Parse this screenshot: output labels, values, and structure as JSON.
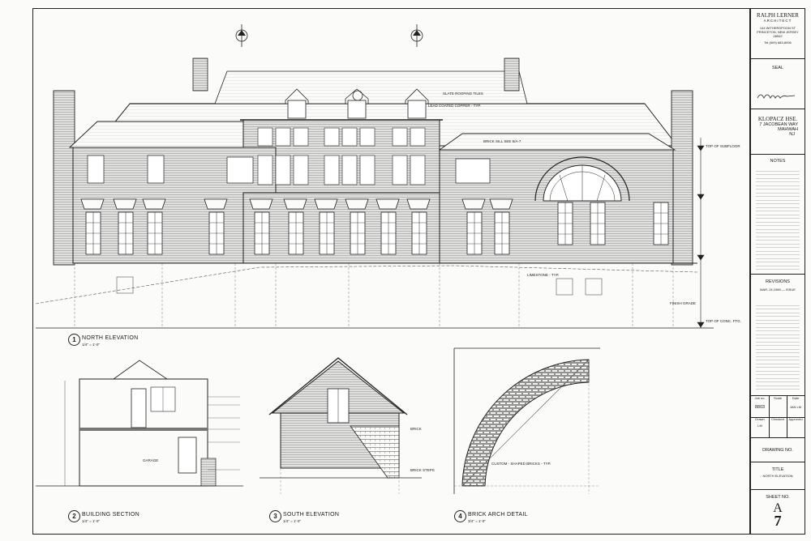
{
  "titleblock": {
    "firm": "RALPH LERNER",
    "firm_sub": "ARCHITECT",
    "address": "144 WITHERSPOON ST PRINCETON, NEW JERSEY 08542",
    "phone": "Tel (609) 683-8006",
    "seal_label": "SEAL",
    "project_name": "KLOPACZ HSE.",
    "project_addr1": "7 JACOBEAN WAY",
    "project_addr2": "MAHWAH",
    "project_addr3": "NJ",
    "notes_label": "NOTES",
    "revisions_label": "REVISIONS",
    "revision_entry": "MAR. 24,1989 — ISSUE",
    "job_label": "Job no.",
    "job_value": "8803",
    "scale_label": "Scale",
    "date_label": "Date",
    "date_value": "JAN LM",
    "drawn_label": "Drawn",
    "drawn_value": "LM",
    "checked_label": "Checked",
    "approved_label": "Approved",
    "drawing_no_label": "DRAWING NO.",
    "title_label": "TITLE",
    "title_value": "NORTH ELEVATION",
    "sheet_no_label": "SHEET NO.",
    "sheet_letter": "A",
    "sheet_number": "7"
  },
  "views": {
    "north": {
      "num": "1",
      "title": "NORTH ELEVATION",
      "scale": "1/4\" = 1'-0\""
    },
    "section": {
      "num": "2",
      "title": "BUILDING SECTION",
      "scale": "1/4\" = 1'-0\""
    },
    "south": {
      "num": "3",
      "title": "SOUTH ELEVATION",
      "scale": "1/4\" = 1'-0\""
    },
    "arch": {
      "num": "4",
      "title": "BRICK ARCH DETAIL",
      "scale": "3/4\" = 1'-0\""
    }
  },
  "notes_elev": {
    "top_subfloor": "TOP OF SUBFLOOR",
    "finish_grade": "FINISH GRADE",
    "top_conc": "TOP OF CONC. FTG.",
    "slate": "SLATE ROOFING TILES",
    "lead_copper": "LEAD COATED COPPER - TYP.",
    "brick_sill": "BRICK SILL SEE 5/A-7",
    "limestone": "LIMESTONE - TYP.",
    "drain": "CUSTOM - SHAPED BRICKS - TYP.",
    "brick": "BRICK",
    "brick_steps": "BRICK STEPS",
    "garage": "GARAGE"
  }
}
